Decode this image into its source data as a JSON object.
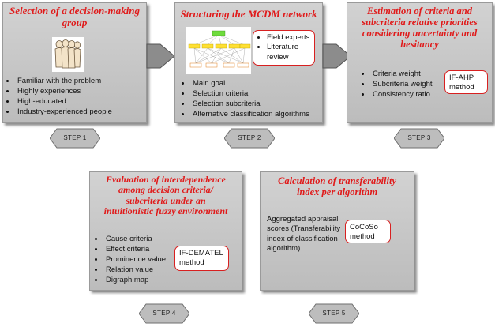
{
  "boxes": [
    {
      "title": "Selection of a decision-making\ngroup",
      "items": [
        "Familiar with the problem",
        "Highly experiences",
        "High-educated",
        "Industry-experienced people"
      ],
      "step": "STEP 1"
    },
    {
      "title": "Structuring the MCDM network",
      "items": [
        "Main goal",
        "Selection criteria",
        "Selection subcriteria",
        "Alternative classification algorithms"
      ],
      "side_items": [
        "Field experts",
        "Literature review"
      ],
      "step": "STEP 2"
    },
    {
      "title": "Estimation of criteria and\nsubcriteria relative priorities\nconsidering uncertainty and\nhesitancy",
      "items": [
        "Criteria weight",
        "Subcriteria weight",
        "Consistency ratio"
      ],
      "method": "IF-AHP\nmethod",
      "step": "STEP 3"
    },
    {
      "title": "Evaluation of interdependence\namong decision criteria/\nsubcriteria under an\nintuitionistic fuzzy environment",
      "items": [
        "Cause criteria",
        "Effect criteria",
        "Prominence value",
        "Relation value",
        "Digraph map"
      ],
      "method": "IF-DEMATEL\nmethod",
      "step": "STEP 4"
    },
    {
      "title": "Calculation of transferability\nindex per algorithm",
      "text": "Aggregated appraisal\nscores (Transferability\nindex of classification\nalgorithm)",
      "method": "CoCoSo\nmethod",
      "step": "STEP 5"
    }
  ],
  "colors": {
    "title": "#e01a1a",
    "method_border": "#d82020",
    "box_fill": "#c8c8c8"
  },
  "icons": [
    "people-group-icon",
    "hierarchy-network-icon"
  ]
}
